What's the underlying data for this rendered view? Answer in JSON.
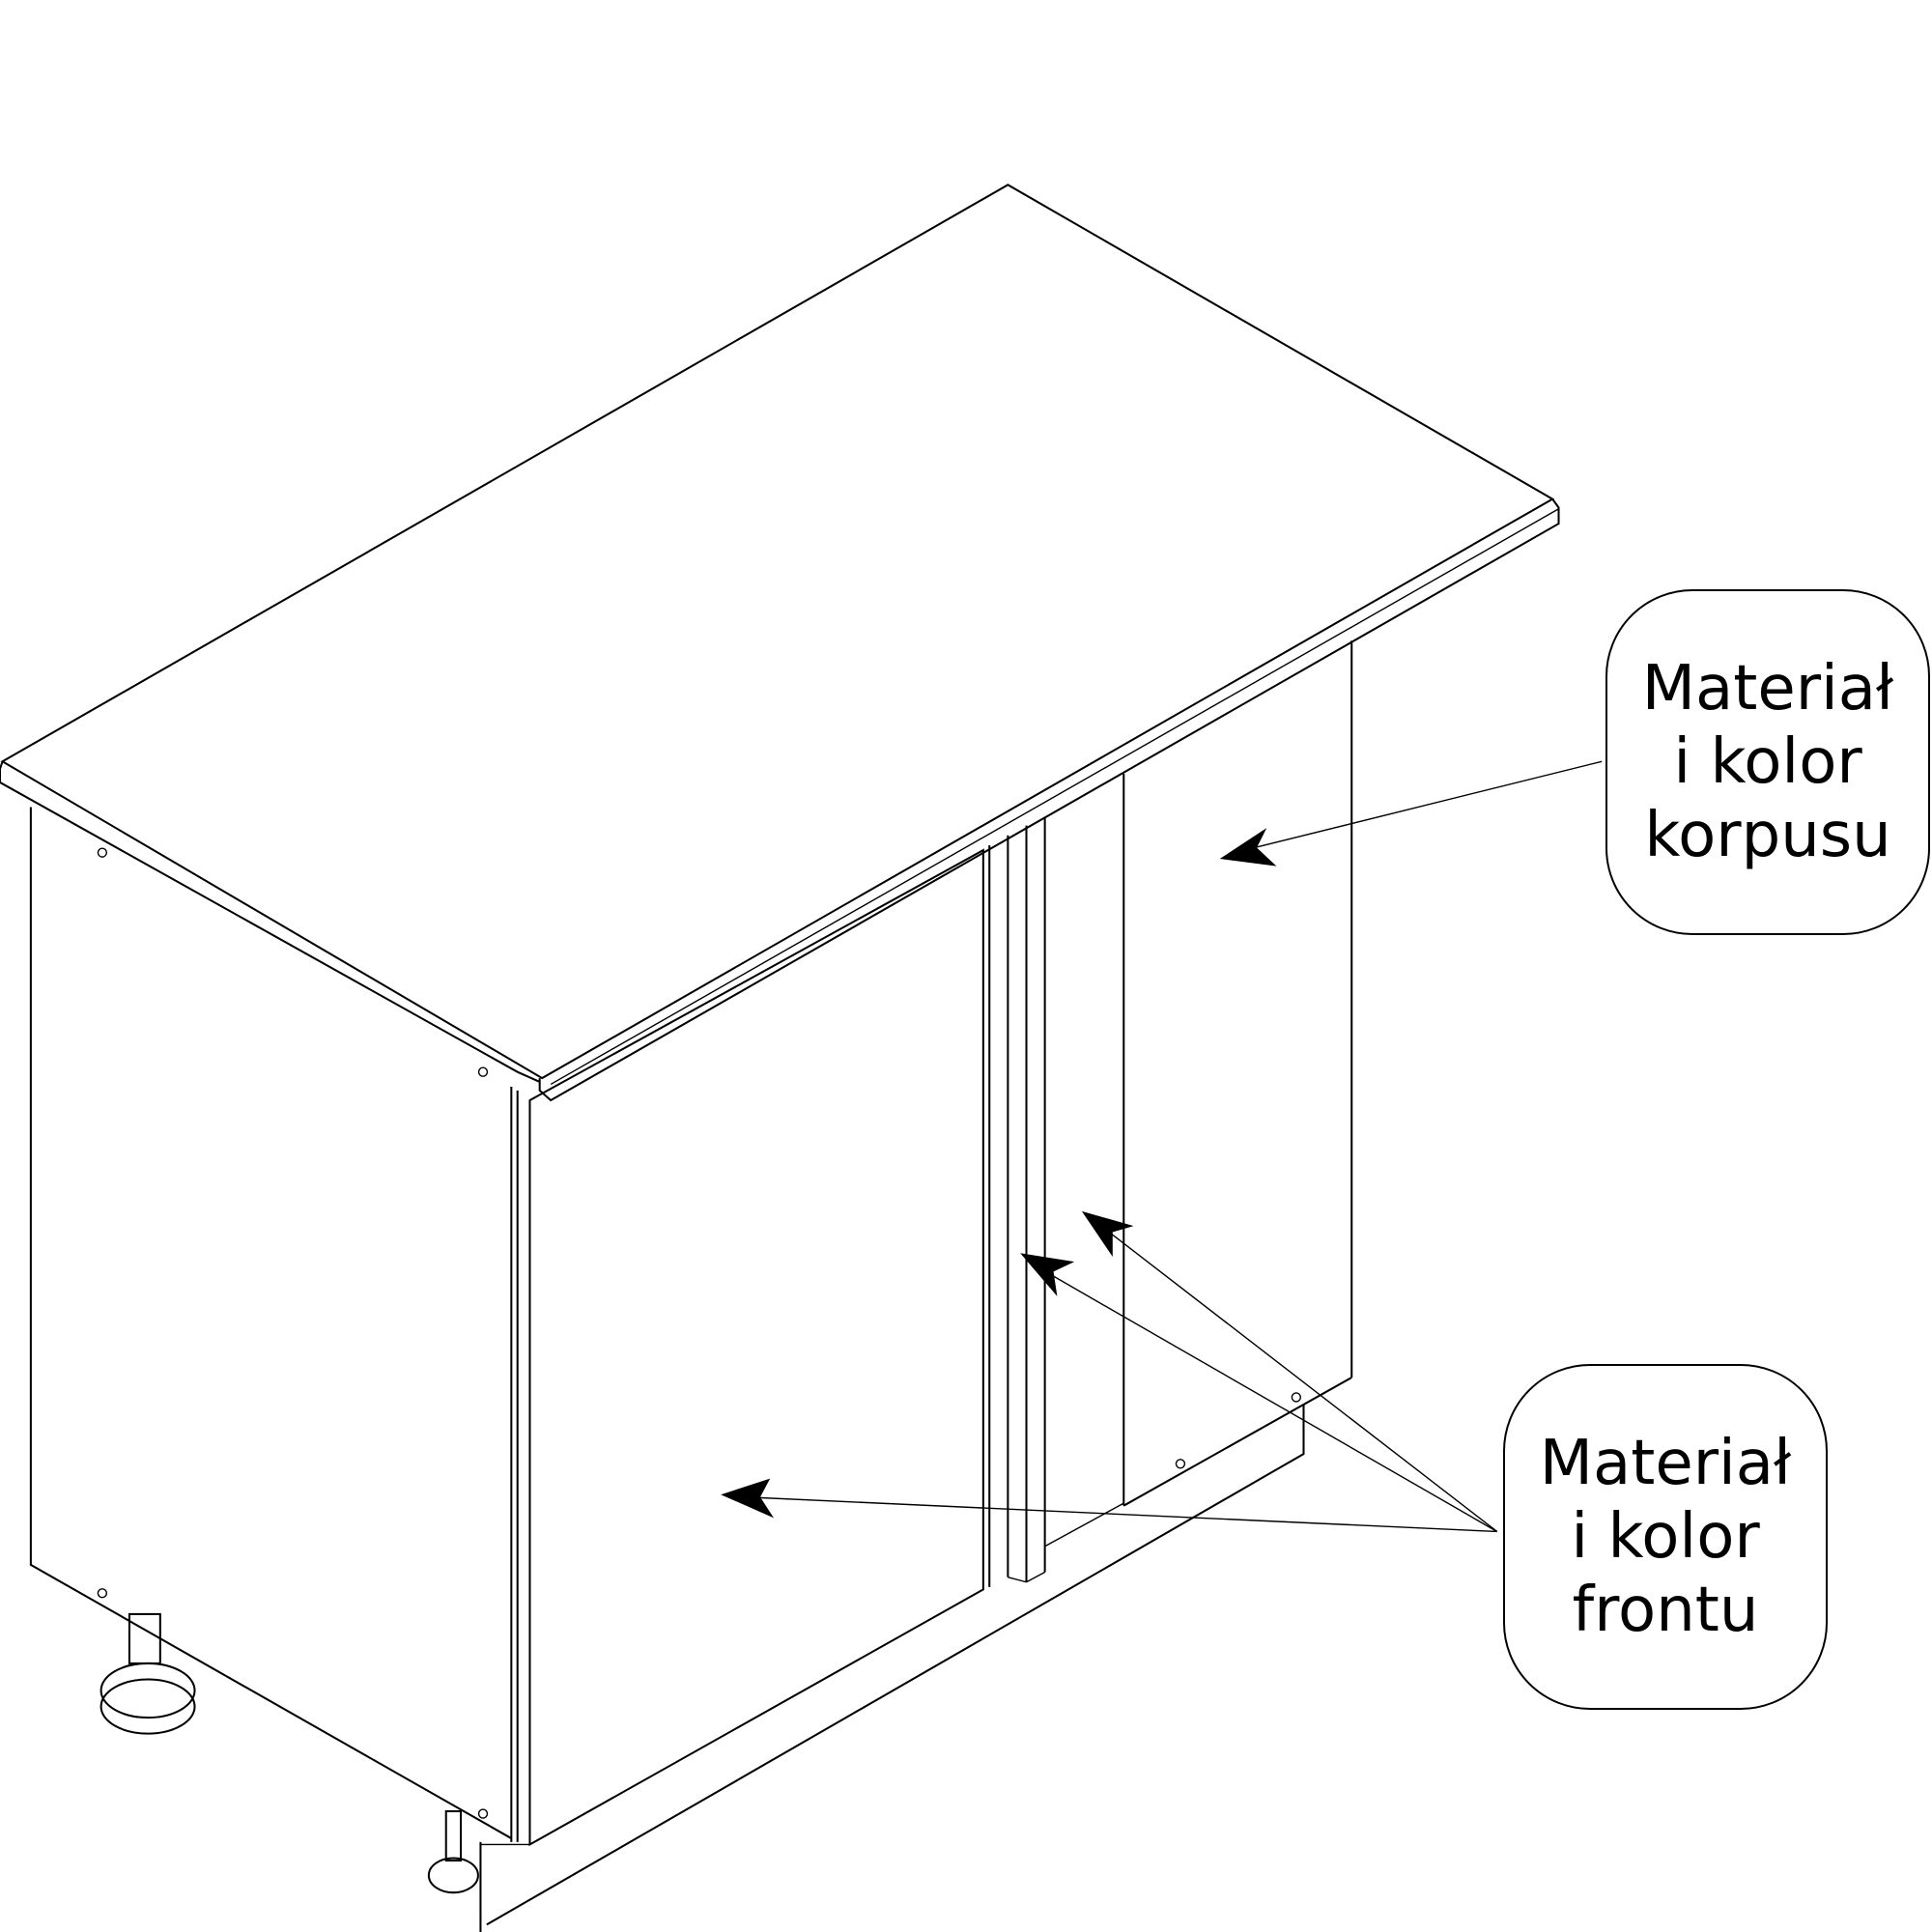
{
  "callouts": {
    "body": {
      "line1": "Materiał",
      "line2": "i kolor",
      "line3": "korpusu"
    },
    "front": {
      "line1": "Materiał",
      "line2": "i kolor",
      "line3": "frontu"
    }
  },
  "colors": {
    "line": "#000000",
    "background": "#ffffff"
  }
}
